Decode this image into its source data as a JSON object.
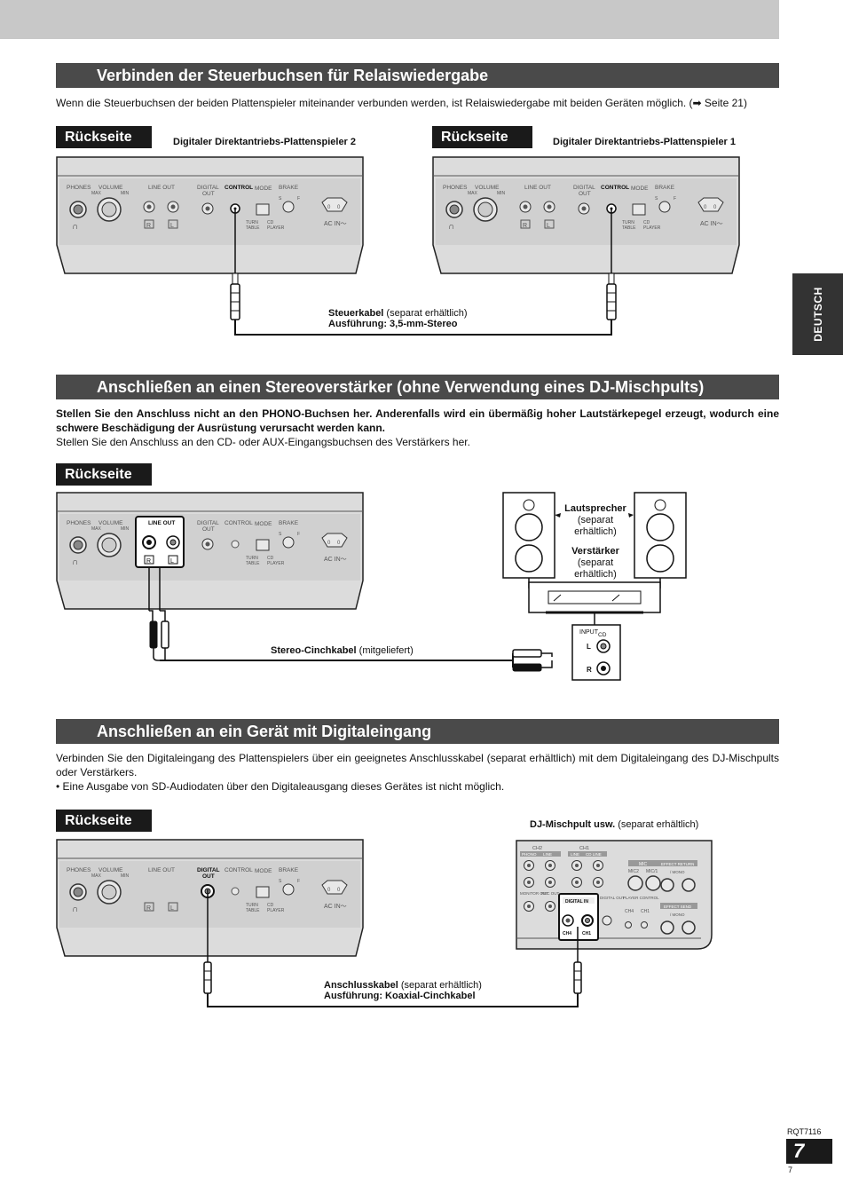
{
  "side_tab": "DEUTSCH",
  "section1": {
    "title": "Verbinden der Steuerbuchsen für Relaiswiedergabe",
    "text": "Wenn die Steuerbuchsen der beiden Plattenspieler miteinander verbunden werden, ist Relaiswiedergabe mit beiden Geräten möglich. (➡ Seite 21)",
    "badge_left": "Rückseite",
    "badge_right": "Rückseite",
    "device_left": "Digitaler Direktantriebs-Plattenspieler 2",
    "device_right": "Digitaler Direktantriebs-Plattenspieler 1",
    "cable_name": "Steuerkabel",
    "cable_note": " (separat erhältlich)",
    "cable_type": "Ausführung: 3,5-mm-Stereo"
  },
  "section2": {
    "title": "Anschließen an einen Stereoverstärker (ohne Verwendung eines DJ-Mischpults)",
    "warning": "Stellen Sie den Anschluss nicht an den PHONO-Buchsen her. Anderenfalls wird ein übermäßig hoher Lautstärkepegel erzeugt, wodurch eine schwere Beschädigung der Ausrüstung verursacht werden kann.",
    "text": "Stellen Sie den Anschluss an den CD- oder AUX-Eingangsbuchsen des Verstärkers her.",
    "badge": "Rückseite",
    "speaker_label": "Lautsprecher",
    "speaker_note1": "(separat",
    "speaker_note2": "erhältlich)",
    "amp_label": "Verstärker",
    "amp_note1": "(separat",
    "amp_note2": "erhältlich)",
    "cable_name": "Stereo-Cinchkabel",
    "cable_note": " (mitgeliefert)"
  },
  "section3": {
    "title": "Anschließen an ein Gerät mit Digitaleingang",
    "text": "Verbinden Sie den Digitaleingang des Plattenspielers über ein geeignetes Anschlusskabel (separat erhältlich) mit dem Digitaleingang des DJ-Mischpults oder Verstärkers.",
    "bullet": "• Eine Ausgabe von SD-Audiodaten über den Digitaleausgang dieses Gerätes ist nicht möglich.",
    "badge": "Rückseite",
    "mixer_name": "DJ-Mischpult usw.",
    "mixer_note": " (separat erhältlich)",
    "cable_name": "Anschlusskabel",
    "cable_note": " (separat erhältlich)",
    "cable_type": "Ausführung: Koaxial-Cinchkabel"
  },
  "panel": {
    "phones": "PHONES",
    "volume": "VOLUME",
    "max": "MAX",
    "min": "MIN",
    "line_out": "LINE OUT",
    "digital": "DIGITAL",
    "out": "OUT",
    "control": "CONTROL",
    "mode": "MODE",
    "brake": "BRAKE",
    "turn": "TURN",
    "table": "TABLE",
    "cd": "CD",
    "player": "PLAYER",
    "s": "S",
    "f": "F",
    "ac_in": "AC IN～",
    "r": "R",
    "l": "L"
  },
  "amp_jacks": {
    "input": "INPUT",
    "cd": "CD",
    "l": "L",
    "r": "R"
  },
  "mixer": {
    "ch2": "CH2",
    "ch1": "CH1",
    "phono": "PHONO",
    "line": "LINE",
    "cd_line": "CD LINE",
    "mic": "MIC",
    "mic2": "MIC2",
    "mic1": "MIC/1",
    "effect_return": "EFFECT RETURN",
    "effect_send": "EFFECT SEND",
    "mono": "/ MONO",
    "monitor_out": "MONITOR OUT",
    "rec_out": "REC OUT",
    "digital_in": "DIGITAL IN",
    "digital_out": "DIGITAL OUT",
    "player_control": "PLAYER CONTROL",
    "ch4": "CH4",
    "ch1b": "CH1"
  },
  "footer": {
    "model": "RQT7116",
    "page_big": "7",
    "page_small": "7"
  }
}
